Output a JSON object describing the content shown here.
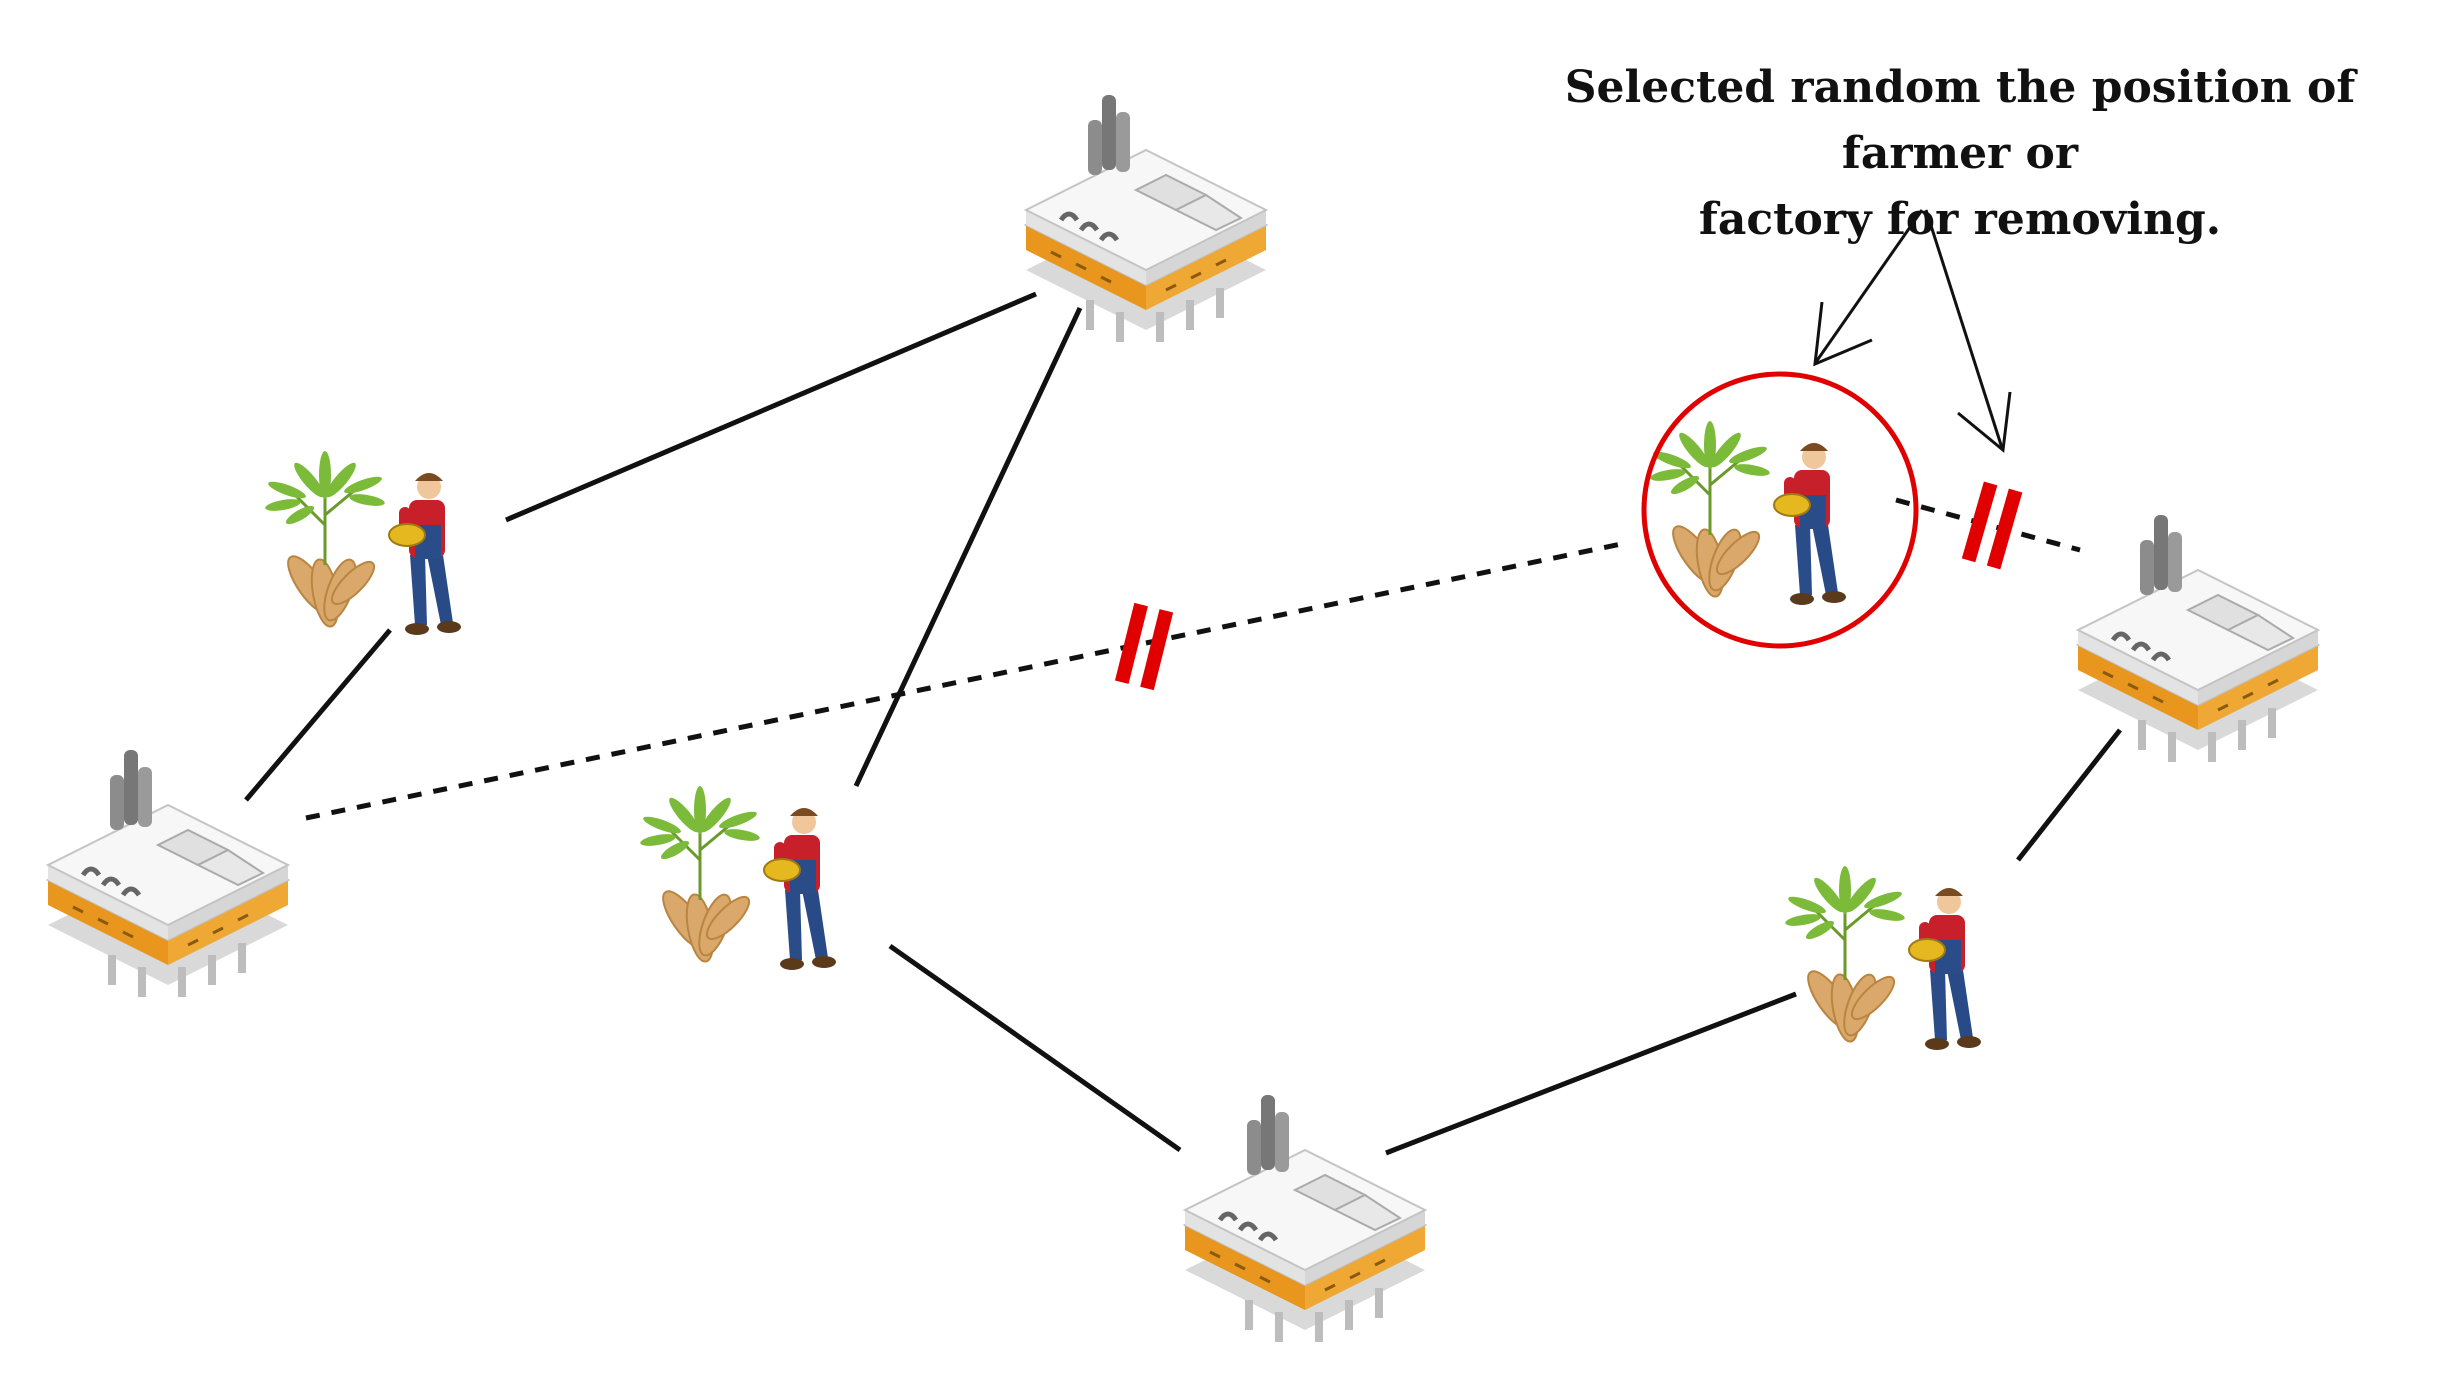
{
  "annotation": {
    "line1": "Selected random the position of farmer or",
    "line2": "factory for removing."
  },
  "nodes": [
    {
      "id": "factory-top",
      "type": "factory"
    },
    {
      "id": "farmer-left",
      "type": "farmer"
    },
    {
      "id": "factory-left",
      "type": "factory"
    },
    {
      "id": "farmer-center",
      "type": "farmer"
    },
    {
      "id": "factory-bottom",
      "type": "factory"
    },
    {
      "id": "farmer-bottom-right",
      "type": "farmer"
    },
    {
      "id": "factory-right",
      "type": "factory"
    },
    {
      "id": "farmer-selected",
      "type": "farmer",
      "selected": true
    }
  ],
  "links": [
    {
      "from": "farmer-left",
      "to": "factory-top",
      "style": "solid"
    },
    {
      "from": "farmer-left",
      "to": "factory-left",
      "style": "solid"
    },
    {
      "from": "factory-top",
      "to": "farmer-center",
      "style": "solid"
    },
    {
      "from": "farmer-center",
      "to": "factory-bottom",
      "style": "solid"
    },
    {
      "from": "factory-bottom",
      "to": "farmer-bottom-right",
      "style": "solid"
    },
    {
      "from": "farmer-bottom-right",
      "to": "factory-right",
      "style": "solid"
    },
    {
      "from": "factory-left",
      "to": "farmer-selected",
      "style": "dashed",
      "broken": true
    },
    {
      "from": "farmer-selected",
      "to": "factory-right",
      "style": "dashed",
      "broken": true
    }
  ],
  "colors": {
    "line": "#111111",
    "break_mark": "#e00000",
    "selection_circle": "#e00000",
    "factory_body": "#e8e8e8",
    "factory_band": "#e8961e",
    "plant_leaf": "#7cbb3a",
    "root": "#d9a86a",
    "farmer_shirt": "#c8202a",
    "farmer_pants": "#2a4d8a"
  },
  "icons": [
    "factory-icon",
    "farmer-icon",
    "cassava-plant-icon",
    "break-mark-icon",
    "selection-circle"
  ]
}
